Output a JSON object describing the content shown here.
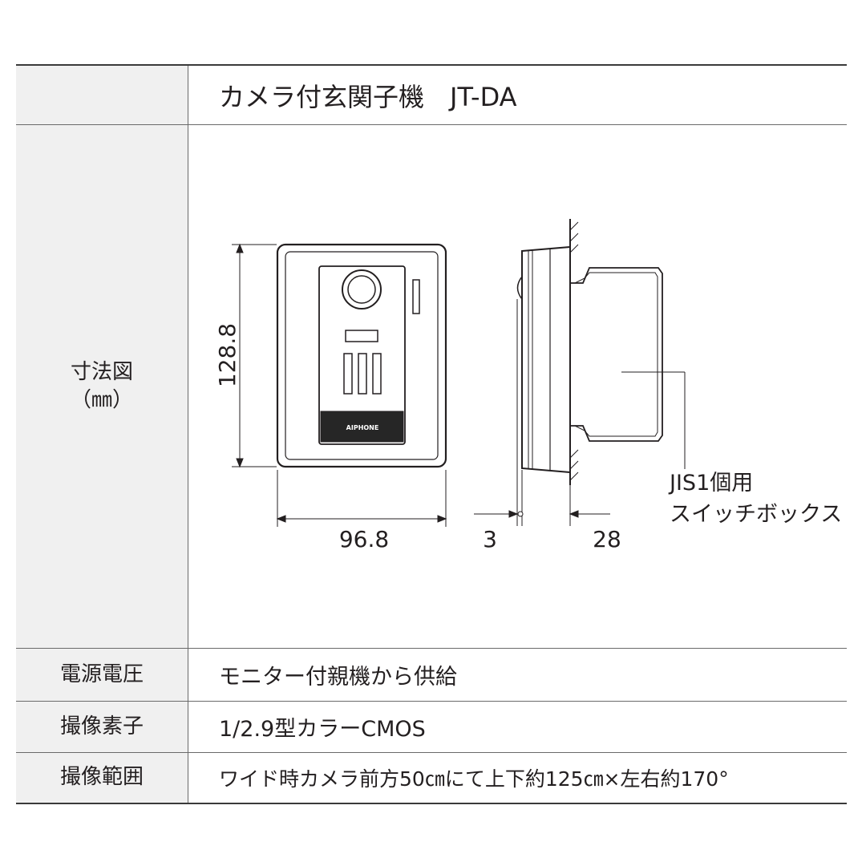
{
  "title": "カメラ付玄関子機　JT-DA",
  "diagram": {
    "label_line1": "寸法図",
    "label_line2": "（㎜）",
    "height_dim": "128.8",
    "width_dim": "96.8",
    "depth_dim_front": "3",
    "depth_dim_back": "28",
    "callout_line1": "JIS1個用",
    "callout_line2": "スイッチボックス",
    "logo_text": "AIPHONE"
  },
  "specs": [
    {
      "label": "電源電圧",
      "value": "モニター付親機から供給"
    },
    {
      "label": "撮像素子",
      "value": "1/2.9型カラーCMOS"
    },
    {
      "label": "撮像範囲",
      "value": "ワイド時カメラ前方50㎝にて上下約125㎝×左右約170°"
    }
  ]
}
